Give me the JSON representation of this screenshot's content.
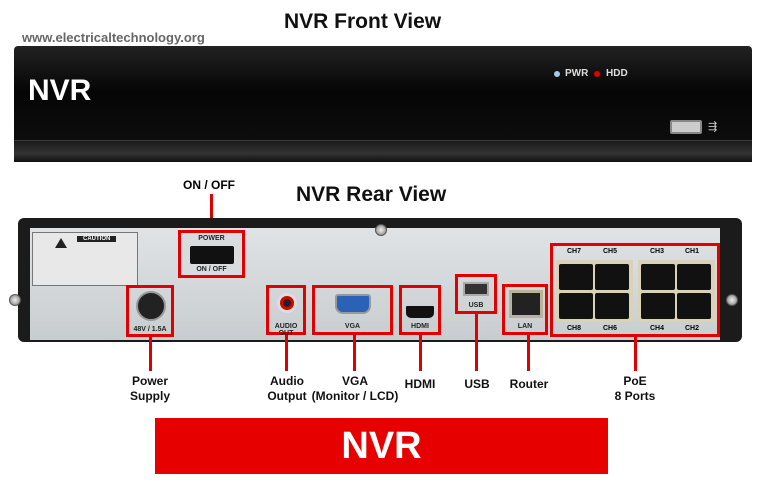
{
  "watermark": "www.electricaltechnology.org",
  "front": {
    "title": "NVR Front View",
    "logo": "NVR",
    "leds": [
      {
        "label": "PWR",
        "color": "#a9c7e8"
      },
      {
        "label": "HDD",
        "color": "#e00000"
      }
    ],
    "usb_icon": "usb-icon"
  },
  "rear": {
    "title": "NVR Rear View",
    "caution": "CAUTION",
    "power_switch": {
      "top": "POWER",
      "bottom": "ON / OFF",
      "callout": "ON / OFF"
    },
    "ports": {
      "power": "48V / 1.5A",
      "audio": "AUDIO OUT",
      "vga": "VGA",
      "hdmi": "HDMI",
      "usb": "USB",
      "lan": "LAN",
      "poe_top": [
        "CH7",
        "CH5",
        "CH3",
        "CH1"
      ],
      "poe_bottom": [
        "CH8",
        "CH6",
        "CH4",
        "CH2"
      ]
    }
  },
  "captions": {
    "power": [
      "Power",
      "Supply"
    ],
    "audio": [
      "Audio",
      "Output"
    ],
    "vga": [
      "VGA",
      "(Monitor / LCD)"
    ],
    "hdmi": "HDMI",
    "usb": "USB",
    "router": "Router",
    "poe": [
      "PoE",
      "8 Ports"
    ]
  },
  "banner": "NVR",
  "colors": {
    "accent": "#e60000"
  }
}
